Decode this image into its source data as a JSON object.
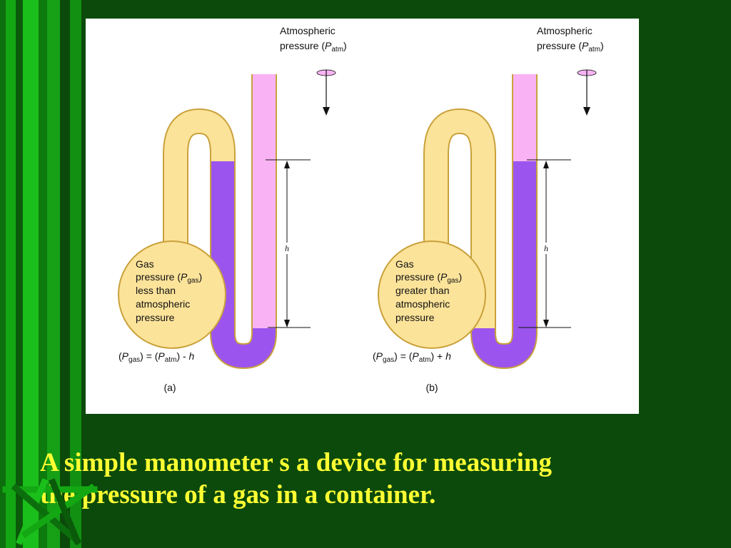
{
  "figure": {
    "atm_label_line1": "Atmospheric",
    "atm_label_line2_prefix": "pressure (",
    "p_symbol": "P",
    "atm_sub": "atm",
    "gas_sub": "gas",
    "close_paren": ")",
    "height_symbol": "h",
    "panel_a": {
      "gas_line1": "Gas",
      "gas_line2_prefix": "pressure (",
      "gas_line3": "less than",
      "gas_line4": "atmospheric",
      "gas_line5": "pressure",
      "eq_open": "(",
      "eq_mid": ") = (",
      "eq_operator": ") - ",
      "label": "(a)"
    },
    "panel_b": {
      "gas_line1": "Gas",
      "gas_line2_prefix": "pressure (",
      "gas_line3": "greater than",
      "gas_line4": "atmospheric",
      "gas_line5": "pressure",
      "eq_open": "(",
      "eq_mid": ") = (",
      "eq_operator": ") + ",
      "label": "(b)"
    }
  },
  "caption": {
    "line1": "A simple manometer s a device for measuring",
    "line2": "the pressure of a gas in a container."
  },
  "colors": {
    "background": "#0b4a0b",
    "tube_gas": "#fce39a",
    "tube_outline": "#c9a13a",
    "mercury": "#9b55ee",
    "air_column": "#f9b3f5",
    "caption_text": "#ffff33"
  }
}
